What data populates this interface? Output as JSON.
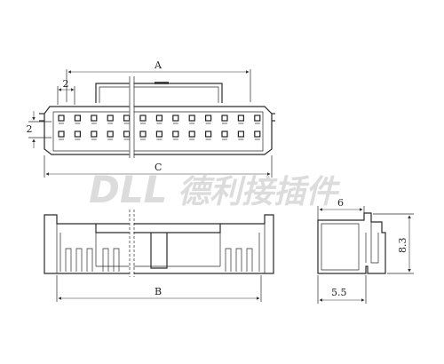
{
  "watermark": {
    "latin": "DLL",
    "cjk": "德利接插件"
  },
  "dimensions": {
    "top_width": "A",
    "pitch": "2",
    "row_pitch": "2",
    "overall": "C",
    "base": "B",
    "side_top": "6",
    "side_height": "8.3",
    "side_base": "5.5"
  }
}
